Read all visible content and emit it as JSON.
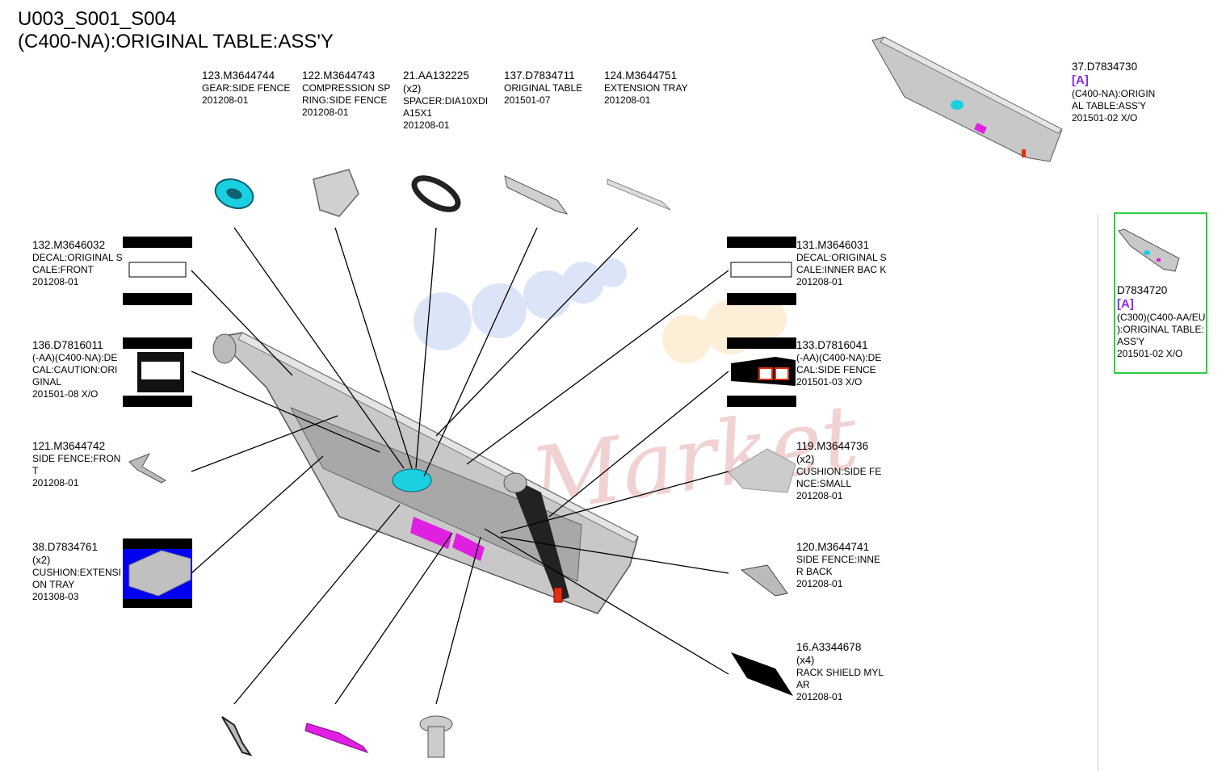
{
  "header": {
    "line1": "U003_S001_S004",
    "line2": "(C400-NA):ORIGINAL TABLE:ASS'Y"
  },
  "parts": {
    "p123": {
      "num": "123.M3644744",
      "desc": "GEAR:SIDE FENCE",
      "date": "201208-01"
    },
    "p122": {
      "num": "122.M3644743",
      "desc": "COMPRESSION SP RING:SIDE FENCE",
      "date": "201208-01"
    },
    "p21": {
      "num": "21.AA132225",
      "qty": "(x2)",
      "desc": "SPACER:DIA10XDI A15X1",
      "date": "201208-01"
    },
    "p137": {
      "num": "137.D7834711",
      "desc": "ORIGINAL TABLE",
      "date": "201501-07"
    },
    "p124": {
      "num": "124.M3644751",
      "desc": "EXTENSION TRAY",
      "date": "201208-01"
    },
    "p132": {
      "num": "132.M3646032",
      "desc": "DECAL:ORIGINAL SCALE:FRONT",
      "date": "201208-01"
    },
    "p136": {
      "num": "136.D7816011",
      "desc": "(-AA)(C400-NA):DE CAL:CAUTION:ORI GINAL",
      "date": "201501-08 X/O"
    },
    "p121": {
      "num": "121.M3644742",
      "desc": "SIDE FENCE:FRON T",
      "date": "201208-01"
    },
    "p38": {
      "num": "38.D7834761",
      "qty": "(x2)",
      "desc": "CUSHION:EXTENSI ON TRAY",
      "date": "201308-03"
    },
    "p131": {
      "num": "131.M3646031",
      "desc": "DECAL:ORIGINAL SCALE:INNER BAC K",
      "date": "201208-01"
    },
    "p133": {
      "num": "133.D7816041",
      "desc": "(-AA)(C400-NA):DE CAL:SIDE FENCE",
      "date": "201501-03 X/O"
    },
    "p119": {
      "num": "119.M3644736",
      "qty": "(x2)",
      "desc": "CUSHION:SIDE FE NCE:SMALL",
      "date": "201208-01"
    },
    "p120": {
      "num": "120.M3644741",
      "desc": "SIDE FENCE:INNE R BACK",
      "date": "201208-01"
    },
    "p16": {
      "num": "16.A3344678",
      "qty": "(x4)",
      "desc": "RACK SHIELD MYL AR",
      "date": "201208-01"
    },
    "p37": {
      "num": "37.D7834730",
      "rev": "[A]",
      "desc": "(C400-NA):ORIGIN AL TABLE:ASS'Y",
      "date": "201501-02 X/O"
    }
  },
  "sidebar": {
    "selected": {
      "num": "D7834720",
      "rev": "[A]",
      "desc": "(C300)(C400-AA/EU ):ORIGINAL TABLE: ASS'Y",
      "date": "201501-02 X/O"
    }
  },
  "colors": {
    "accent_rev": "#8a2be2",
    "selection_border": "#2ecc40",
    "part_cyan": "#1ad0e0",
    "part_magenta": "#e020e0",
    "part_gray": "#c8c8c8"
  }
}
